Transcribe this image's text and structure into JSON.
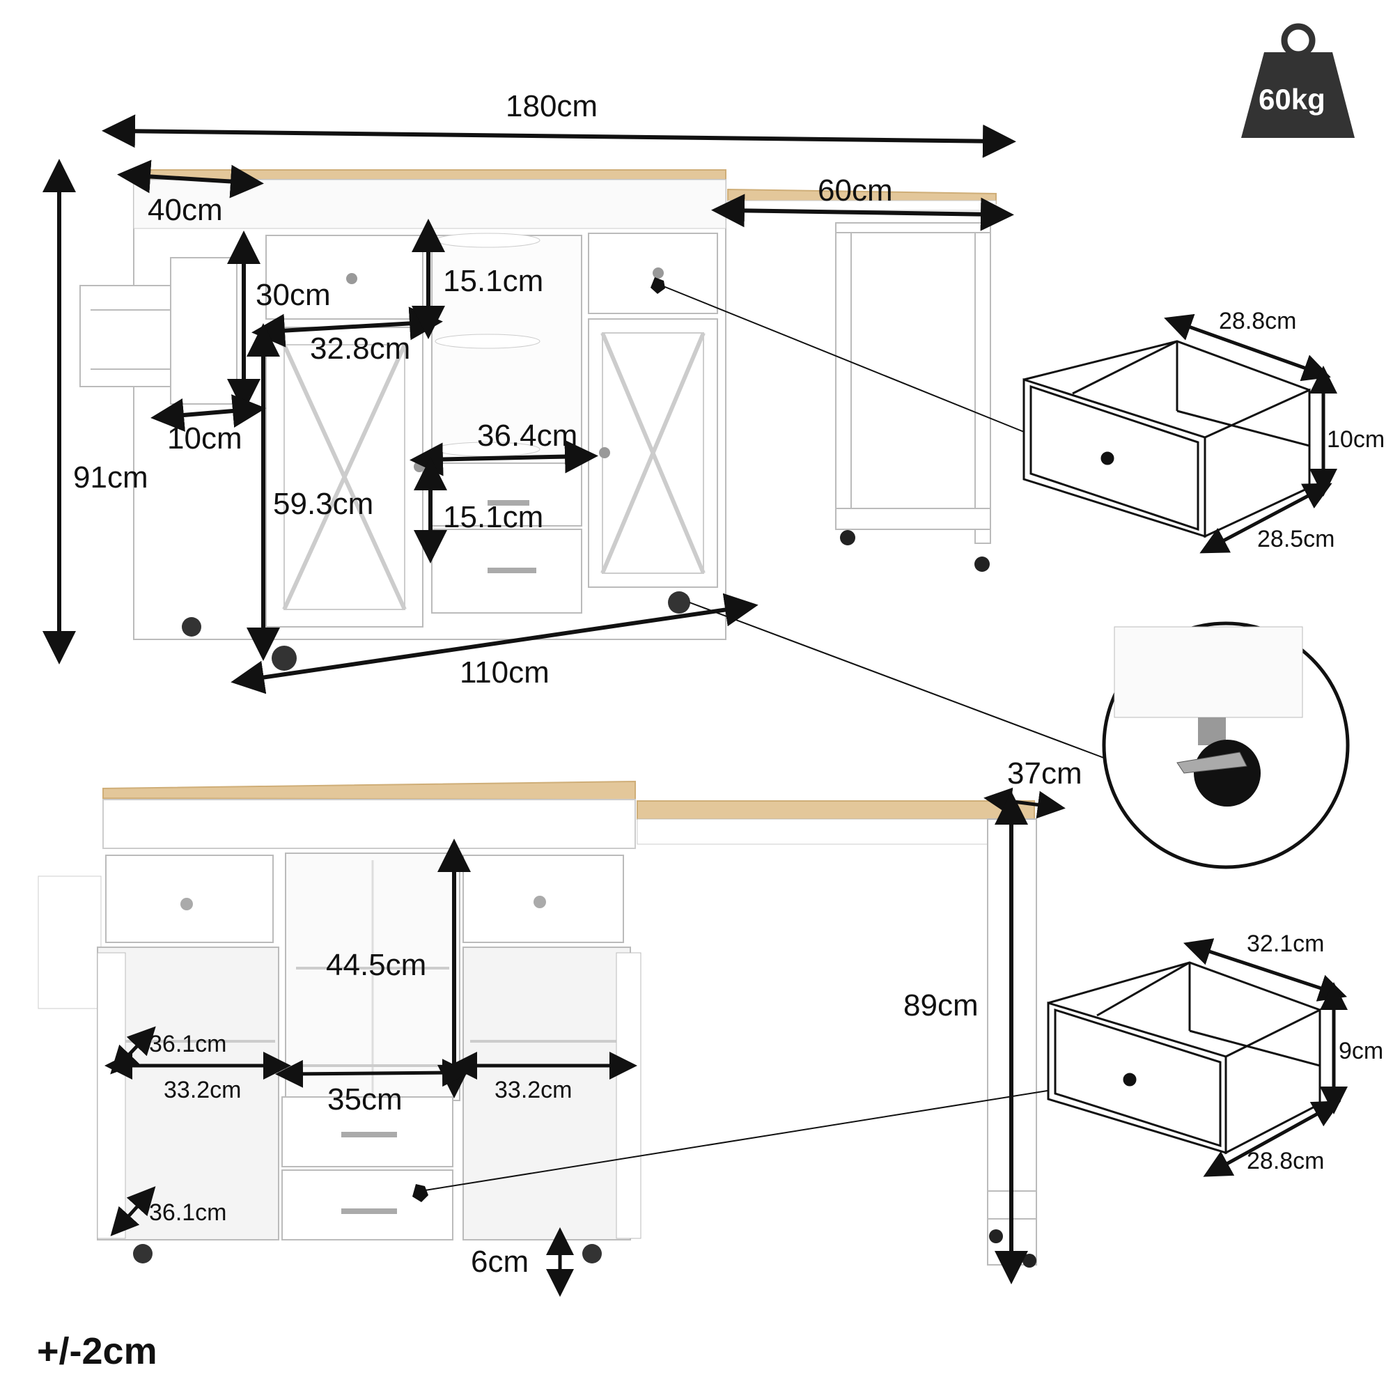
{
  "weight": {
    "label": "60kg"
  },
  "tolerance": "+/-2cm",
  "dimensions": {
    "total_length": "180cm",
    "extension_length": "60cm",
    "height": "91cm",
    "depth": "40cm",
    "drawer_height": "30cm",
    "drawer_width": "32.8cm",
    "shelf_height_top": "15.1cm",
    "spice_rack_depth": "10cm",
    "middle_width": "36.4cm",
    "door_height": "59.3cm",
    "shelf_height_bottom": "15.1cm",
    "base_length": "110cm",
    "top_extension_depth": "37cm",
    "table_height": "89cm",
    "open_section_height": "44.5cm",
    "inner_depth_upper": "36.1cm",
    "inner_width_left": "33.2cm",
    "inner_width_middle": "35cm",
    "inner_width_right": "33.2cm",
    "inner_depth_lower": "36.1cm",
    "caster_height": "6cm"
  },
  "drawer_top": {
    "width": "28.8cm",
    "height": "10cm",
    "depth": "28.5cm"
  },
  "drawer_bottom": {
    "width": "32.1cm",
    "height": "9cm",
    "depth": "28.8cm"
  },
  "colors": {
    "wood": "#E3C79A",
    "panel": "#FFFFFF",
    "line": "#111111",
    "weight_fill": "#333333"
  }
}
